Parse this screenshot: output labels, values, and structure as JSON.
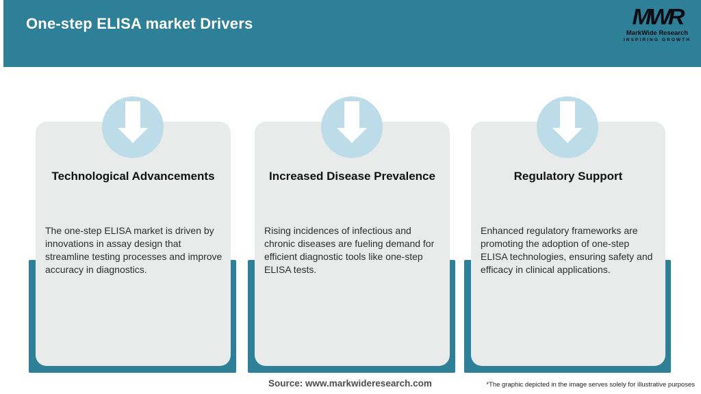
{
  "header": {
    "title": "One-step ELISA market Drivers",
    "logo": {
      "monogram": "MWR",
      "name": "MarkWide Research",
      "tagline": "INSPIRING GROWTH"
    }
  },
  "cards": [
    {
      "title": "Technological Advancements",
      "body": "The one-step ELISA market is driven by innovations in assay design that streamline testing processes and improve accuracy in diagnostics."
    },
    {
      "title": "Increased Disease Prevalence",
      "body": "Rising incidences of infectious and chronic diseases are fueling demand for efficient diagnostic tools like one-step ELISA tests."
    },
    {
      "title": "Regulatory Support",
      "body": "Enhanced regulatory frameworks are promoting the adoption of one-step ELISA technologies, ensuring safety and efficacy in clinical applications."
    }
  ],
  "footer": {
    "source": "Source: www.markwideresearch.com",
    "disclaimer": "*The graphic depicted in the image serves solely for illustrative purposes"
  },
  "colors": {
    "header_teal": "#2E8098",
    "card_backing_teal": "#2E8098",
    "card_bg": "#E9EBEB",
    "circle_blue": "#BCDCE9",
    "arrow_white": "#FFFFFF",
    "title_text": "#111111",
    "body_text": "#2B2B2B",
    "source_text": "#4D4D4D"
  },
  "icons": {
    "down_arrow": "down-arrow-icon"
  }
}
